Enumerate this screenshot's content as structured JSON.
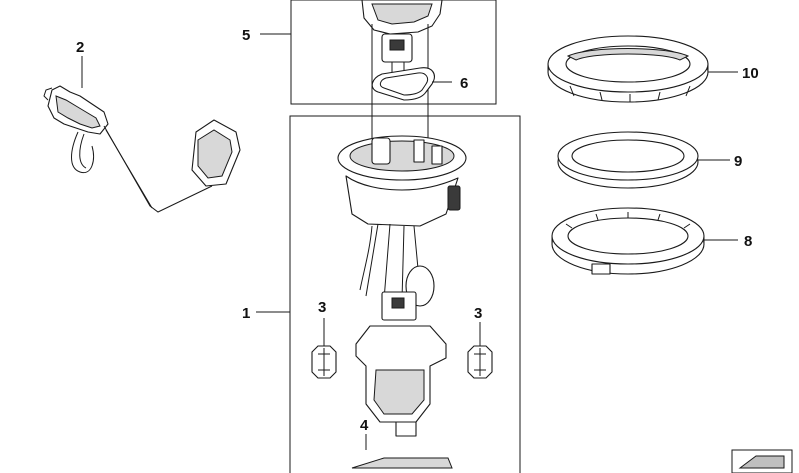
{
  "diagram": {
    "callouts": {
      "c1": "1",
      "c2": "2",
      "c3a": "3",
      "c3b": "3",
      "c4": "4",
      "c5": "5",
      "c6": "6",
      "c8": "8",
      "c9": "9",
      "c10": "10"
    },
    "colors": {
      "line": "#1a1a1a",
      "fill": "#ffffff",
      "shade": "#d8d8d8",
      "dark": "#3a3a3a"
    }
  }
}
